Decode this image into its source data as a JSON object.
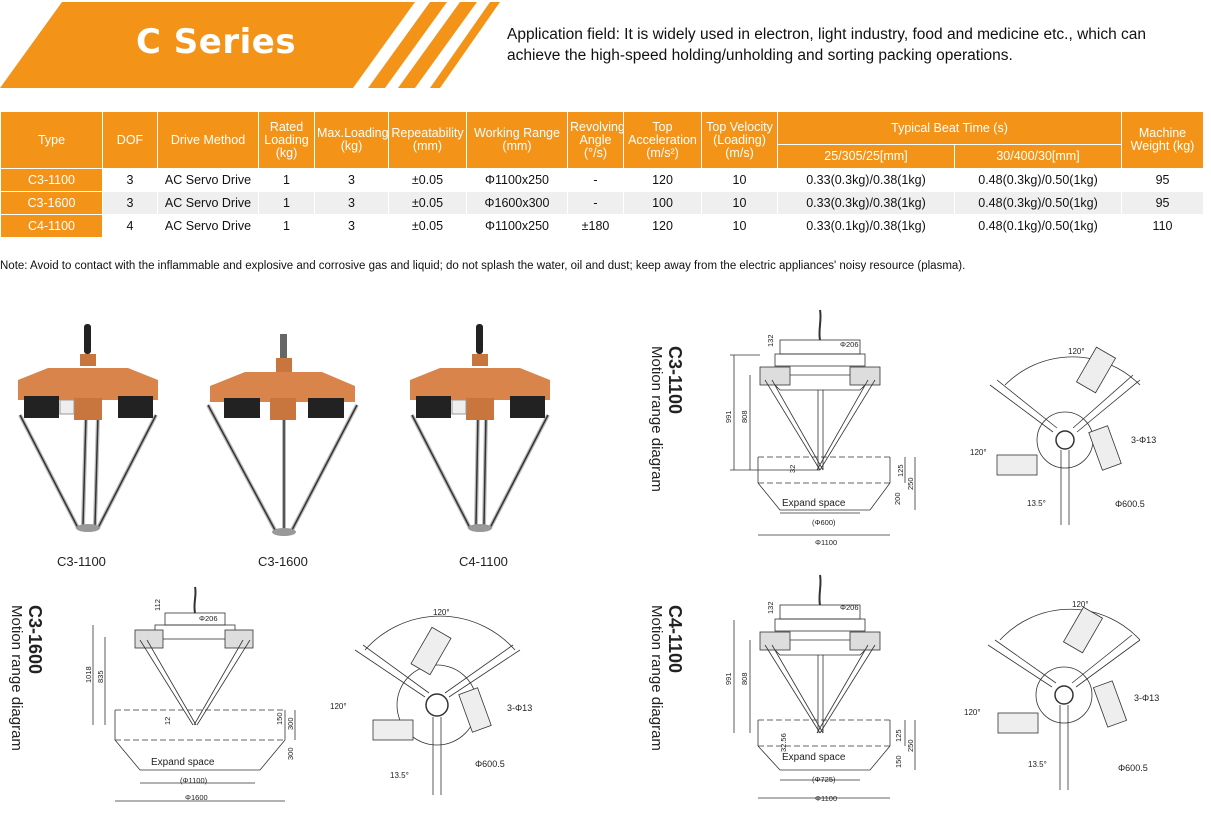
{
  "header": {
    "title": "C Series",
    "application": "Application field: It is widely used in electron, light industry, food and medicine etc., which can achieve the high-speed holding/unholding and sorting packing operations."
  },
  "table": {
    "headers": {
      "type": "Type",
      "dof": "DOF",
      "drive": "Drive Method",
      "rated": "Rated Loading (kg)",
      "max": "Max.Loading (kg)",
      "repeat": "Repeatability (mm)",
      "range": "Working Range (mm)",
      "angle": "Revolving Angle (°/s)",
      "accel": "Top Acceleration (m/s²)",
      "velocity": "Top Velocity (Loading) (m/s)",
      "beat": "Typical Beat Time (s)",
      "beat1": "25/305/25[mm]",
      "beat2": "30/400/30[mm]",
      "weight": "Machine Weight (kg)"
    },
    "rows": [
      [
        "C3-1100",
        "3",
        "AC Servo Drive",
        "1",
        "3",
        "±0.05",
        "Φ1100x250",
        "-",
        "120",
        "10",
        "0.33(0.3kg)/0.38(1kg)",
        "0.48(0.3kg)/0.50(1kg)",
        "95"
      ],
      [
        "C3-1600",
        "3",
        "AC Servo Drive",
        "1",
        "3",
        "±0.05",
        "Φ1600x300",
        "-",
        "100",
        "10",
        "0.33(0.3kg)/0.38(1kg)",
        "0.48(0.3kg)/0.50(1kg)",
        "95"
      ],
      [
        "C4-1100",
        "4",
        "AC Servo Drive",
        "1",
        "3",
        "±0.05",
        "Φ1100x250",
        "±180",
        "120",
        "10",
        "0.33(0.1kg)/0.38(1kg)",
        "0.48(0.1kg)/0.50(1kg)",
        "110"
      ]
    ]
  },
  "note": "Note: Avoid to contact with the inflammable and explosive and corrosive gas and liquid; do not splash the water, oil and dust; keep away from the electric appliances' noisy resource (plasma).",
  "robots": [
    {
      "label": "C3-1100"
    },
    {
      "label": "C3-1600"
    },
    {
      "label": "C4-1100"
    }
  ],
  "diagrams": {
    "c3_1100": {
      "title": "C3-1100",
      "subtitle": "Motion range diagram",
      "dims": {
        "top": "132",
        "phi_top": "Φ206",
        "h1": "991",
        "h2": "808",
        "small": "32",
        "r1": "125",
        "r2": "250",
        "r3": "200",
        "expand": "Expand space",
        "phi_inner": "(Φ600)",
        "phi_outer": "Φ1100"
      },
      "plan": {
        "a1": "120°",
        "a2": "120°",
        "holes": "3-Φ13",
        "offset": "13.5°",
        "circle": "Φ600.5"
      }
    },
    "c3_1600": {
      "title": "C3-1600",
      "subtitle": "Motion range diagram",
      "dims": {
        "top": "112",
        "phi_top": "Φ206",
        "h1": "1018",
        "h2": "835",
        "small": "12",
        "r1": "150",
        "r2": "300",
        "r3": "300",
        "expand": "Expand space",
        "phi_inner": "(Φ1100)",
        "phi_outer": "Φ1600"
      },
      "plan": {
        "a1": "120°",
        "a2": "120°",
        "holes": "3-Φ13",
        "offset": "13.5°",
        "circle": "Φ600.5"
      }
    },
    "c4_1100": {
      "title": "C4-1100",
      "subtitle": "Motion range diagram",
      "dims": {
        "top": "132",
        "phi_top": "Φ206",
        "h1": "991",
        "h2": "808",
        "small": "32.56",
        "r1": "125",
        "r2": "250",
        "r3": "150",
        "expand": "Expand space",
        "phi_inner": "(Φ725)",
        "phi_outer": "Φ1100"
      },
      "plan": {
        "a1": "120°",
        "a2": "120°",
        "holes": "3-Φ13",
        "offset": "13.5°",
        "circle": "Φ600.5"
      }
    }
  },
  "colors": {
    "accent": "#f39419",
    "accent_dark": "#e8820c",
    "robot_body": "#d9844a",
    "motor": "#222222"
  }
}
